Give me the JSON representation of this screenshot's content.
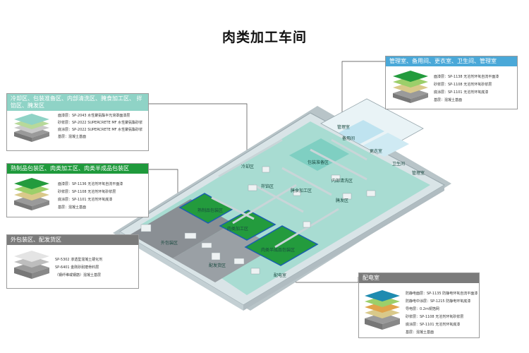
{
  "title": "肉类加工车间",
  "colors": {
    "teal_panel": "#8fd3c6",
    "green_panel": "#1f9a3c",
    "gray_panel": "#7b7b7b",
    "blue_panel": "#4aa8d8",
    "floor_teal": "#a8dcd2",
    "floor_green": "#239b3d",
    "floor_gray": "#8a8f94"
  },
  "panels": {
    "top_left": {
      "header": "冷却区、包装准备区、内部清洗区、腌食加工区、 拌馅区、腌发区",
      "layers": [
        "面漆层：SP-2043 水性聚氨酯半光滑罩面漆层",
        "砂浆层：SP-2022 SUPERCRETE MF 水性聚氨酯砂浆",
        "底涂层：SP-2022 SUPERCRETE MF 水性聚氨酯砂浆",
        "基层：混凝土基面"
      ]
    },
    "mid_left": {
      "header": "熟制品包装区、肉类加工区、肉类半成品包装区",
      "layers": [
        "面漆层：SP-1136 无溶剂环氧自流平面漆",
        "砂浆层：SP-1108 无溶剂环氧砂浆层",
        "底涂层：SP-1101 无溶剂环氧底漆",
        "基层：混凝土基面"
      ]
    },
    "bottom_left": {
      "header": "外包装区、配发货区",
      "layers": [
        "SP-5302 渗透型混凝土硬化剂",
        "SP-6401 金刚砂耐磨骨料层",
        "（钢纤维或钢筋）混凝土基层"
      ]
    },
    "top_right": {
      "header": "管理室、备用间、更衣室、卫生间、管理室",
      "layers": [
        "面漆层：SP-1138 无溶剂环氧自流平面漆",
        "砂浆层：SP-1108 无溶剂环氧砂浆层",
        "底涂层：SP-1101 无溶剂环氧底漆",
        "基层：混凝土基面"
      ]
    },
    "bottom_right": {
      "header": "配电室",
      "layers": [
        "防静电面层：SP-1135 防静电环氧自流平面漆",
        "防静电中涂层：SP-1215 防静电环氧底漆",
        "导电层：0.2m铜箔网",
        "砂浆层：SP-1108 无溶剂环氧砂浆层",
        "底涂层：SP-1101 无溶剂环氧底漆",
        "基层：混凝土基面"
      ]
    }
  },
  "rooms": [
    "管理室",
    "备用间",
    "更衣室",
    "卫生间",
    "管理室",
    "冷却区",
    "包装准备区",
    "内部清洗区",
    "腌食加工区",
    "拌馅区",
    "腌发区",
    "熟制品包装区",
    "肉类加工区",
    "肉类半成品包装区",
    "外包装区",
    "配发货区",
    "配电室"
  ]
}
